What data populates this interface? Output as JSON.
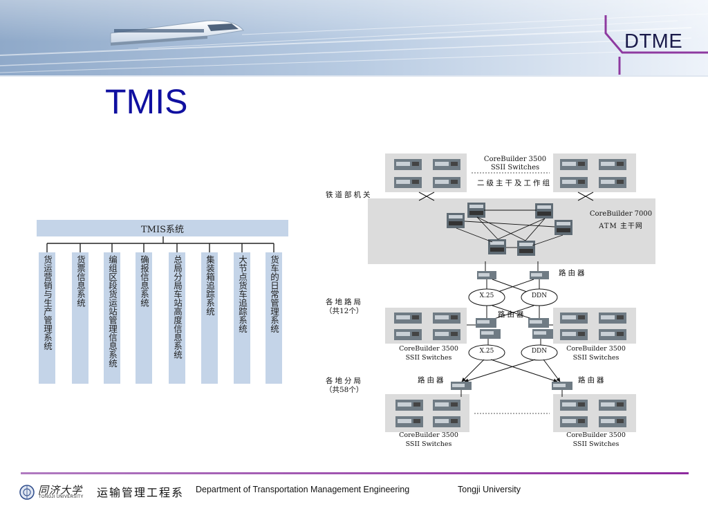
{
  "header": {
    "brand": "DTME",
    "colors": {
      "banner": "#a9bfda",
      "accent": "#7a3a9a",
      "brand_text": "#1a1a4a"
    }
  },
  "slide": {
    "title": "TMIS",
    "title_color": "#1010a0"
  },
  "tree": {
    "root": "TMIS系统",
    "branches": [
      "货运营销与生产管理系统",
      "货票信息系统",
      "编组区段货运站管理信息系统",
      "确报信息系统",
      "总局分局车站高度信息系统",
      "集装箱追踪系统",
      "大节点货车追踪系统",
      "货车的日常管理系统"
    ],
    "colors": {
      "box": "#c4d4e8",
      "line": "#222222"
    }
  },
  "network": {
    "ministry_label": "铁道部机关",
    "top_switch": {
      "name": "CoreBuilder 3500",
      "sub": "SSII Switches",
      "group": "二级主干及工作组"
    },
    "atm": {
      "name": "CoreBuilder 7000",
      "sub": "ATM 主干网"
    },
    "router_label": "路由器",
    "x25": "X.25",
    "ddn": "DDN",
    "road_bureau": {
      "line1": "各地路局",
      "line2": "（共12个）"
    },
    "branch_bureau": {
      "line1": "各地分局",
      "line2": "（共58个）"
    },
    "cb3500": "CoreBuilder 3500",
    "ssii": "SSII Switches",
    "colors": {
      "panel": "#dcdcdc",
      "device": "#6f7b84",
      "line": "#111111"
    }
  },
  "footer": {
    "logo_cn": "同济大学",
    "logo_en": "TONGJI UNIVERSITY",
    "dept_cn": "运输管理工程系",
    "dept_en": "Department of Transportation Management Engineering",
    "university": "Tongji University",
    "line_color": "#8e2a9e"
  }
}
